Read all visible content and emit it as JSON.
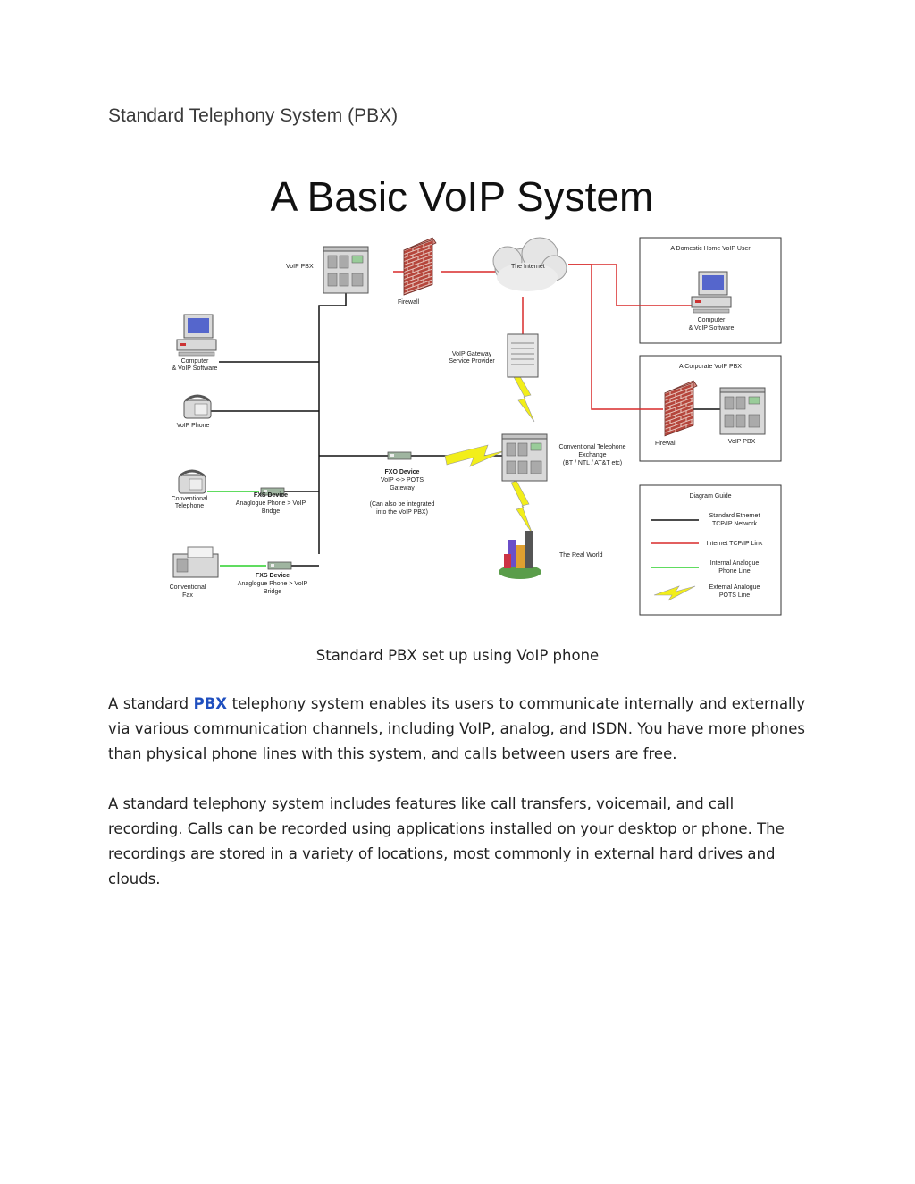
{
  "heading": "Standard Telephony System (PBX)",
  "diagram": {
    "title": "A Basic VoIP System",
    "labels": {
      "voip_pbx_main": "VoIP PBX",
      "firewall_main": "Firewall",
      "internet": "The Internet",
      "computer_left_1": "Computer",
      "computer_left_2": "& VoIP Software",
      "voip_phone": "VoIP Phone",
      "gateway_1": "VoIP Gateway",
      "gateway_2": "Service Provider",
      "conv_phone_1": "Conventional",
      "conv_phone_2": "Telephone",
      "fxs1_1": "FXS Device",
      "fxs1_2": "Anaglogue Phone > VoIP",
      "fxs1_3": "Bridge",
      "fxo_1": "FXO Device",
      "fxo_2": "VoIP <-> POTS",
      "fxo_3": "Gateway",
      "fxo_4": "(Can also be integrated",
      "fxo_5": "into the VoIP PBX)",
      "exchange_1": "Conventional Telephone",
      "exchange_2": "Exchange",
      "exchange_3": "(BT / NTL / AT&T etc)",
      "real_world": "The Real World",
      "conv_fax_1": "Conventional",
      "conv_fax_2": "Fax",
      "fxs2_1": "FXS Device",
      "fxs2_2": "Anaglogue Phone > VoIP",
      "fxs2_3": "Bridge",
      "home_user": "A Domestic Home VoIP User",
      "home_computer_1": "Computer",
      "home_computer_2": "& VoIP Software",
      "corp_pbx_title": "A Corporate VoIP PBX",
      "corp_firewall": "Firewall",
      "corp_pbx": "VoIP PBX",
      "guide_title": "Diagram Guide",
      "guide_eth_1": "Standard Ethernet",
      "guide_eth_2": "TCP/IP Network",
      "guide_inet": "Internet TCP/IP Link",
      "guide_int_1": "Internal Analogue",
      "guide_int_2": "Phone Line",
      "guide_ext_1": "External Analogue",
      "guide_ext_2": "POTS Line"
    },
    "colors": {
      "ethernet": "#111111",
      "internet_link": "#d82a2a",
      "internal_analogue": "#2bd12b",
      "external_pots": "#f2ee1a",
      "firewall_brick": "#b5463c"
    }
  },
  "caption": "Standard PBX set up using VoIP phone",
  "paragraph1": {
    "before": "A standard ",
    "link": "PBX",
    "after": " telephony system enables its users to communicate internally and externally via various communication channels, including VoIP, analog, and ISDN. You have more phones than physical phone lines with this system, and calls between users are free."
  },
  "paragraph2": "A standard telephony system includes features like call transfers, voicemail, and call recording. Calls can be recorded using applications installed on your desktop or phone. The recordings are stored in a variety of locations, most commonly in external hard drives and clouds."
}
